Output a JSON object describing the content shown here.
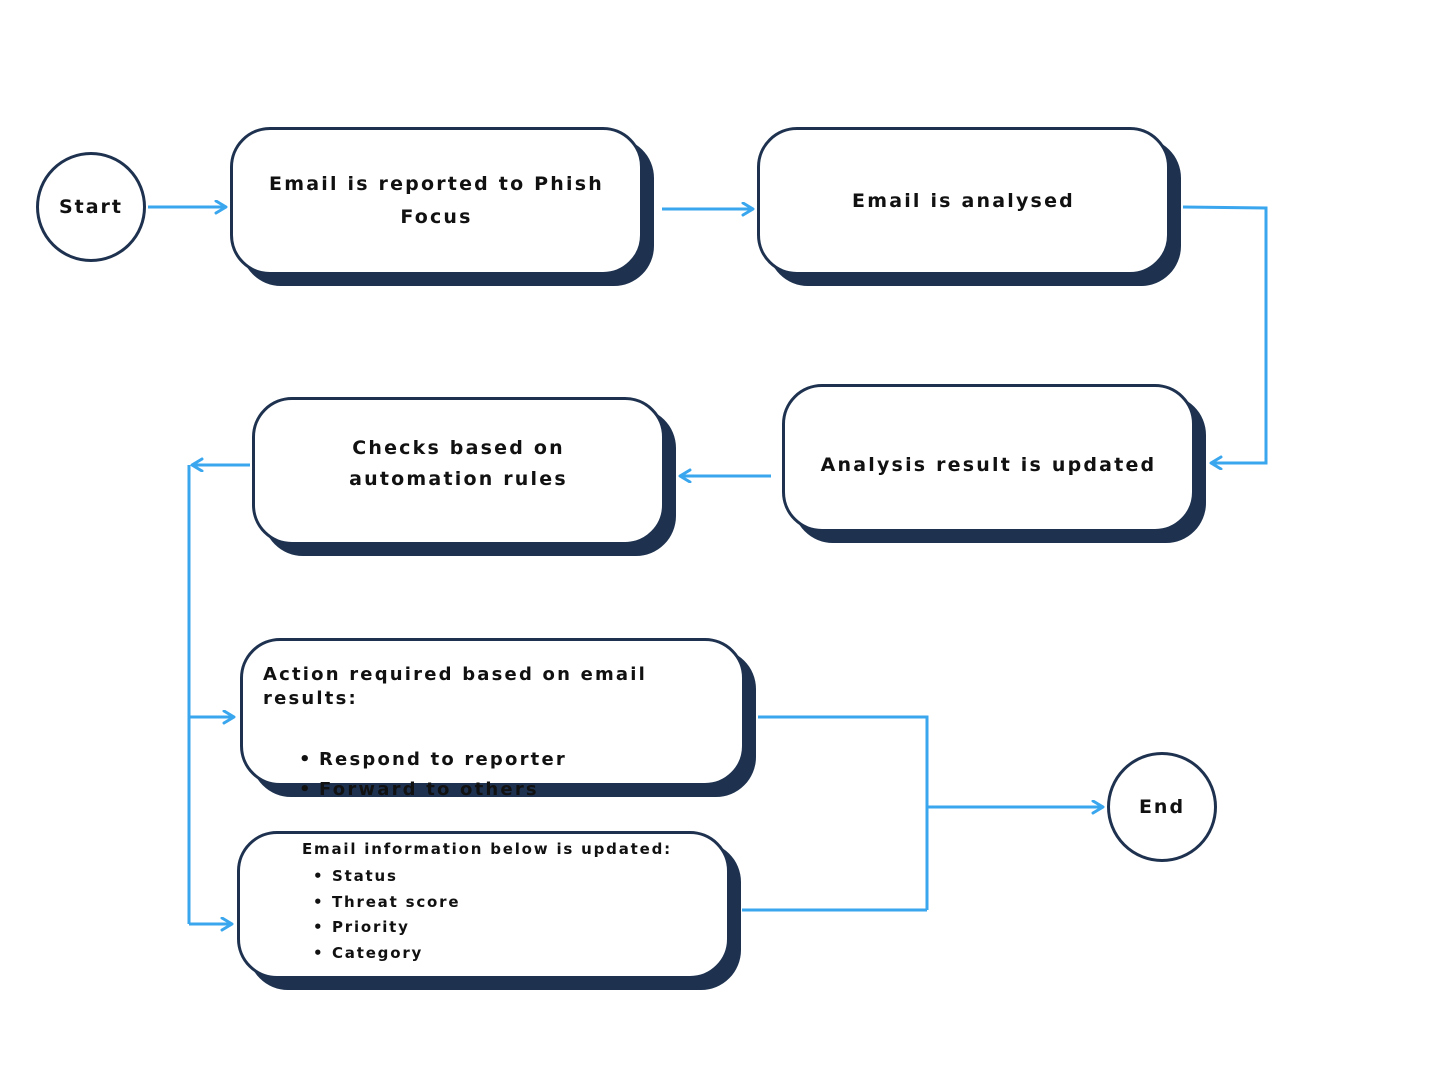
{
  "colors": {
    "node_border": "#1e3250",
    "node_shadow": "#1e3250",
    "connector": "#3aa6ee",
    "background": "#ffffff"
  },
  "nodes": {
    "start": "Start",
    "reported": "Email is reported to Phish Focus",
    "analysed": "Email is analysed",
    "result_updated": "Analysis result is updated",
    "automation_checks": "Checks based on automation rules",
    "action_required": {
      "heading": "Action required based on email results:",
      "items": [
        "Respond to reporter",
        "Forward to others"
      ]
    },
    "info_updated": {
      "heading": "Email information below is updated:",
      "items": [
        "Status",
        "Threat score",
        "Priority",
        "Category"
      ]
    },
    "end": "End"
  }
}
